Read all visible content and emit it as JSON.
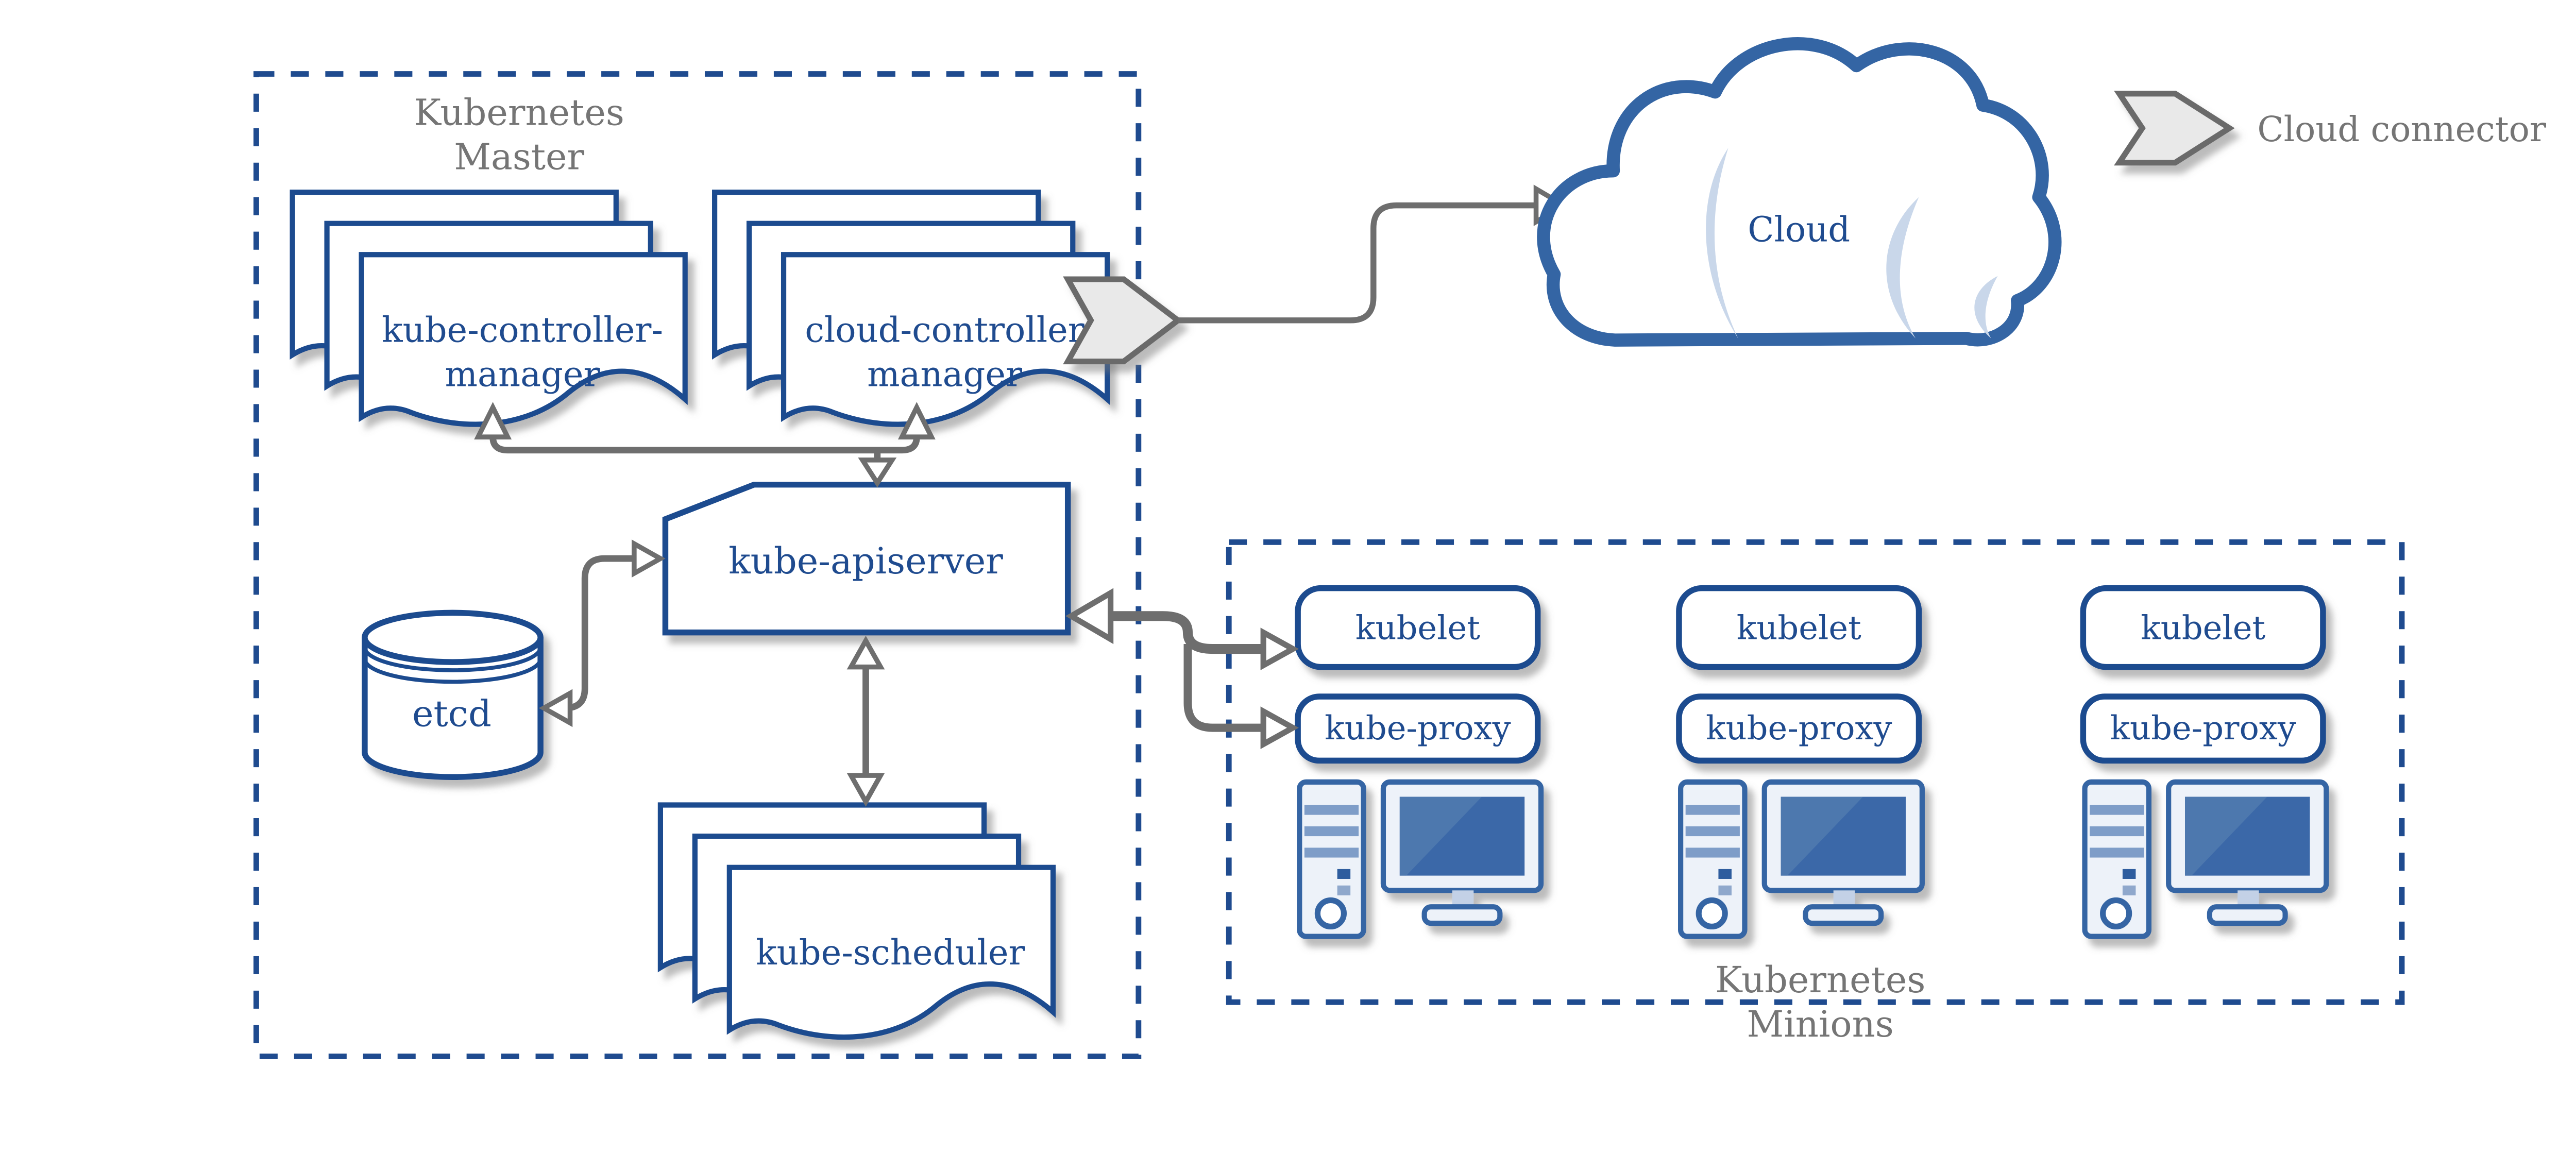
{
  "diagram_title": "Kubernetes architecture diagram",
  "colors": {
    "navy": "#1f4b8f",
    "steel_blue": "#3465a4",
    "screen_blue": "#3b67a8",
    "light_blue_highlight": "#c9d7ea",
    "computer_fill": "#edf2f9",
    "stripe_blue": "#7e9dc8",
    "gray_text": "#757575",
    "arrow_gray": "#6e6e6e",
    "chevron_fill": "#e9e9e9",
    "shadow": "#9e9e9e",
    "background": "#ffffff"
  },
  "master": {
    "title_line1": "Kubernetes",
    "title_line2": "Master"
  },
  "nodes": {
    "kube_controller_manager": {
      "line1": "kube-controller-",
      "line2": "manager"
    },
    "cloud_controller_manager": {
      "line1": "cloud-controller",
      "line2": "manager"
    },
    "kube_apiserver": {
      "label": "kube-apiserver"
    },
    "etcd": {
      "label": "etcd"
    },
    "kube_scheduler": {
      "label": "kube-scheduler"
    }
  },
  "cloud": {
    "label": "Cloud"
  },
  "legend": {
    "label": "Cloud connector"
  },
  "minions": {
    "title_line1": "Kubernetes",
    "title_line2": "Minions",
    "columns": [
      {
        "kubelet": "kubelet",
        "kube_proxy": "kube-proxy"
      },
      {
        "kubelet": "kubelet",
        "kube_proxy": "kube-proxy"
      },
      {
        "kubelet": "kubelet",
        "kube_proxy": "kube-proxy"
      }
    ]
  }
}
